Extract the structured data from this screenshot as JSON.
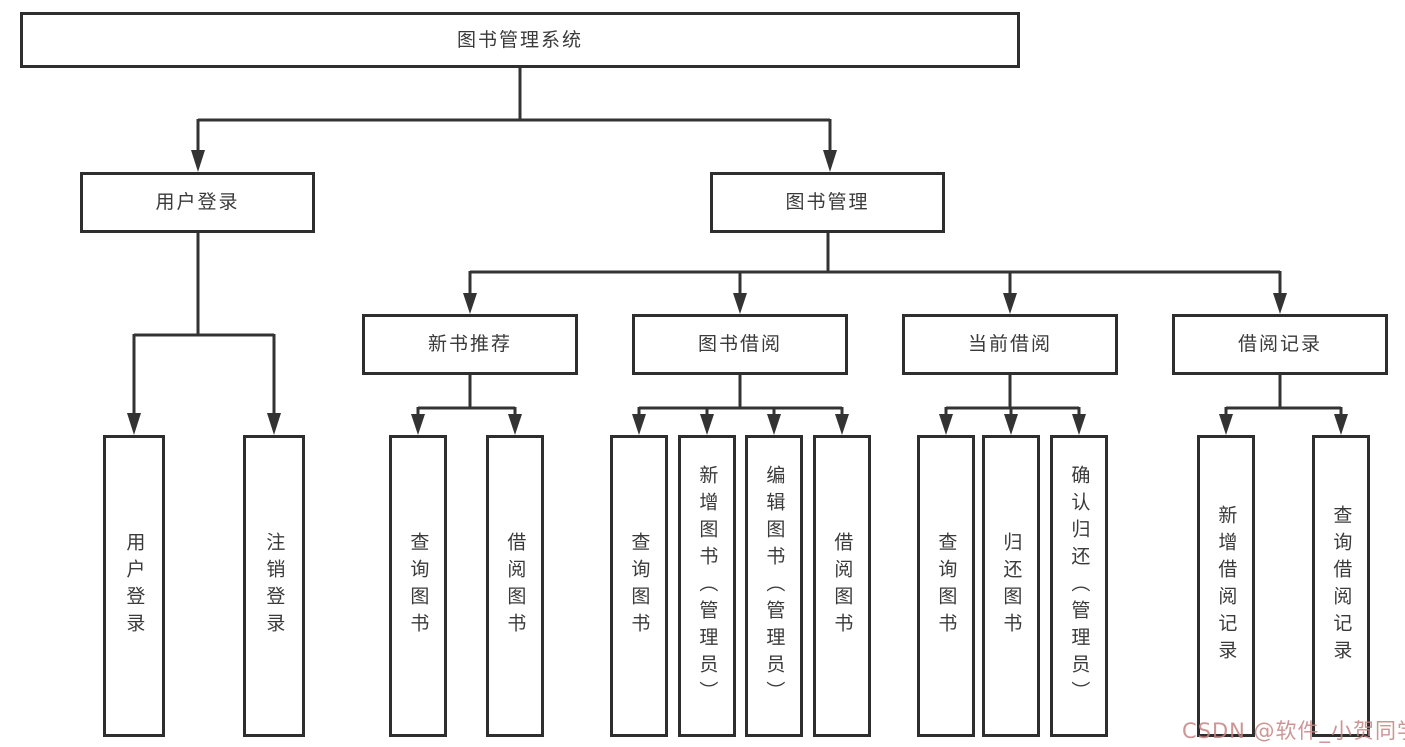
{
  "diagram": {
    "root": {
      "label": "图书管理系统",
      "children": [
        {
          "label": "用户登录",
          "children": [
            {
              "label": "用户登录"
            },
            {
              "label": "注销登录"
            }
          ]
        },
        {
          "label": "图书管理",
          "children": [
            {
              "label": "新书推荐",
              "children": [
                {
                  "label": "查询图书"
                },
                {
                  "label": "借阅图书"
                }
              ]
            },
            {
              "label": "图书借阅",
              "children": [
                {
                  "label": "查询图书"
                },
                {
                  "label": "新增图书（管理员）"
                },
                {
                  "label": "编辑图书（管理员）"
                },
                {
                  "label": "借阅图书"
                }
              ]
            },
            {
              "label": "当前借阅",
              "children": [
                {
                  "label": "查询图书"
                },
                {
                  "label": "归还图书"
                },
                {
                  "label": "确认归还（管理员）"
                }
              ]
            },
            {
              "label": "借阅记录",
              "children": [
                {
                  "label": "新增借阅记录"
                },
                {
                  "label": "查询借阅记录"
                }
              ]
            }
          ]
        }
      ]
    },
    "line_color": "#333333",
    "border_color": "#2e2e2e",
    "background_color": "#ffffff"
  },
  "watermark": {
    "text": "CSDN @软件_小贺同学"
  }
}
